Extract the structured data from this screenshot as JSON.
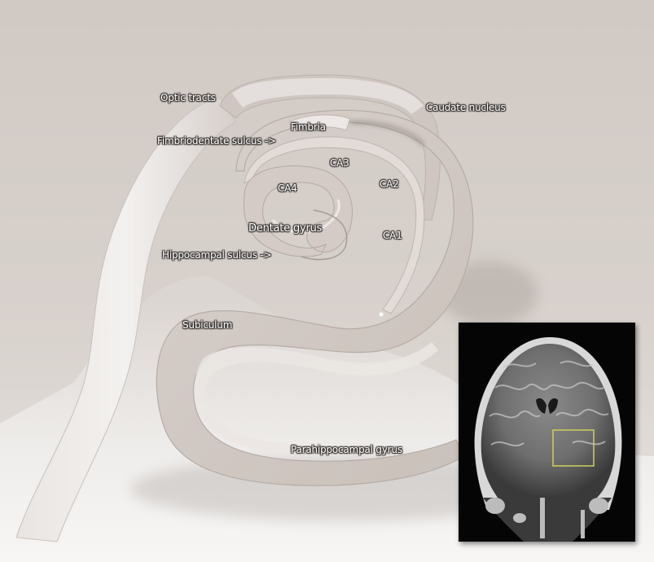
{
  "labels": {
    "optic_tracts": "Optic tracts",
    "caudate_nucleus": "Caudate nucleus",
    "fimbria": "Fimbria",
    "fimbriodentate_sulcus": "Fimbriodentate sulcus  ->",
    "ca3": "CA3",
    "ca2": "CA2",
    "ca4": "CA4",
    "ca1": "CA1",
    "dentate_gyrus": "Dentate gyrus",
    "hippocampal_sulcus": "Hippocampal sulcus ->",
    "subiculum": "Subiculum",
    "parahippocampal_gyrus": "Parahippocampal gyrus"
  },
  "colors": {
    "background_top": "#cfc7c2",
    "tissue": "#d9d2ce",
    "tissue_dark": "#b9afa9",
    "label_text": "#ffffff",
    "mri_highlight": "#cfd05a"
  }
}
